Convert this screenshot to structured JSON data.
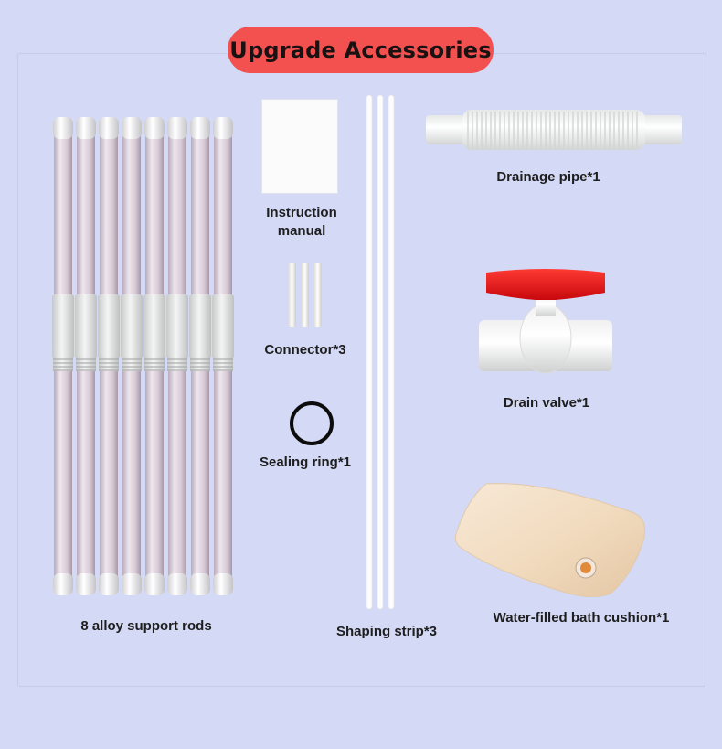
{
  "header": {
    "title": "Upgrade Accessories"
  },
  "items": {
    "rods": "8 alloy support rods",
    "manual": "Instruction manual",
    "connector": "Connector*3",
    "sealing": "Sealing ring*1",
    "shaping": "Shaping strip*3",
    "drainage": "Drainage pipe*1",
    "valve": "Drain valve*1",
    "cushion": "Water-filled bath cushion*1"
  },
  "colors": {
    "background": "#d4d9f5",
    "title_pill": "#f2514f",
    "valve_handle": "#e3161b"
  }
}
